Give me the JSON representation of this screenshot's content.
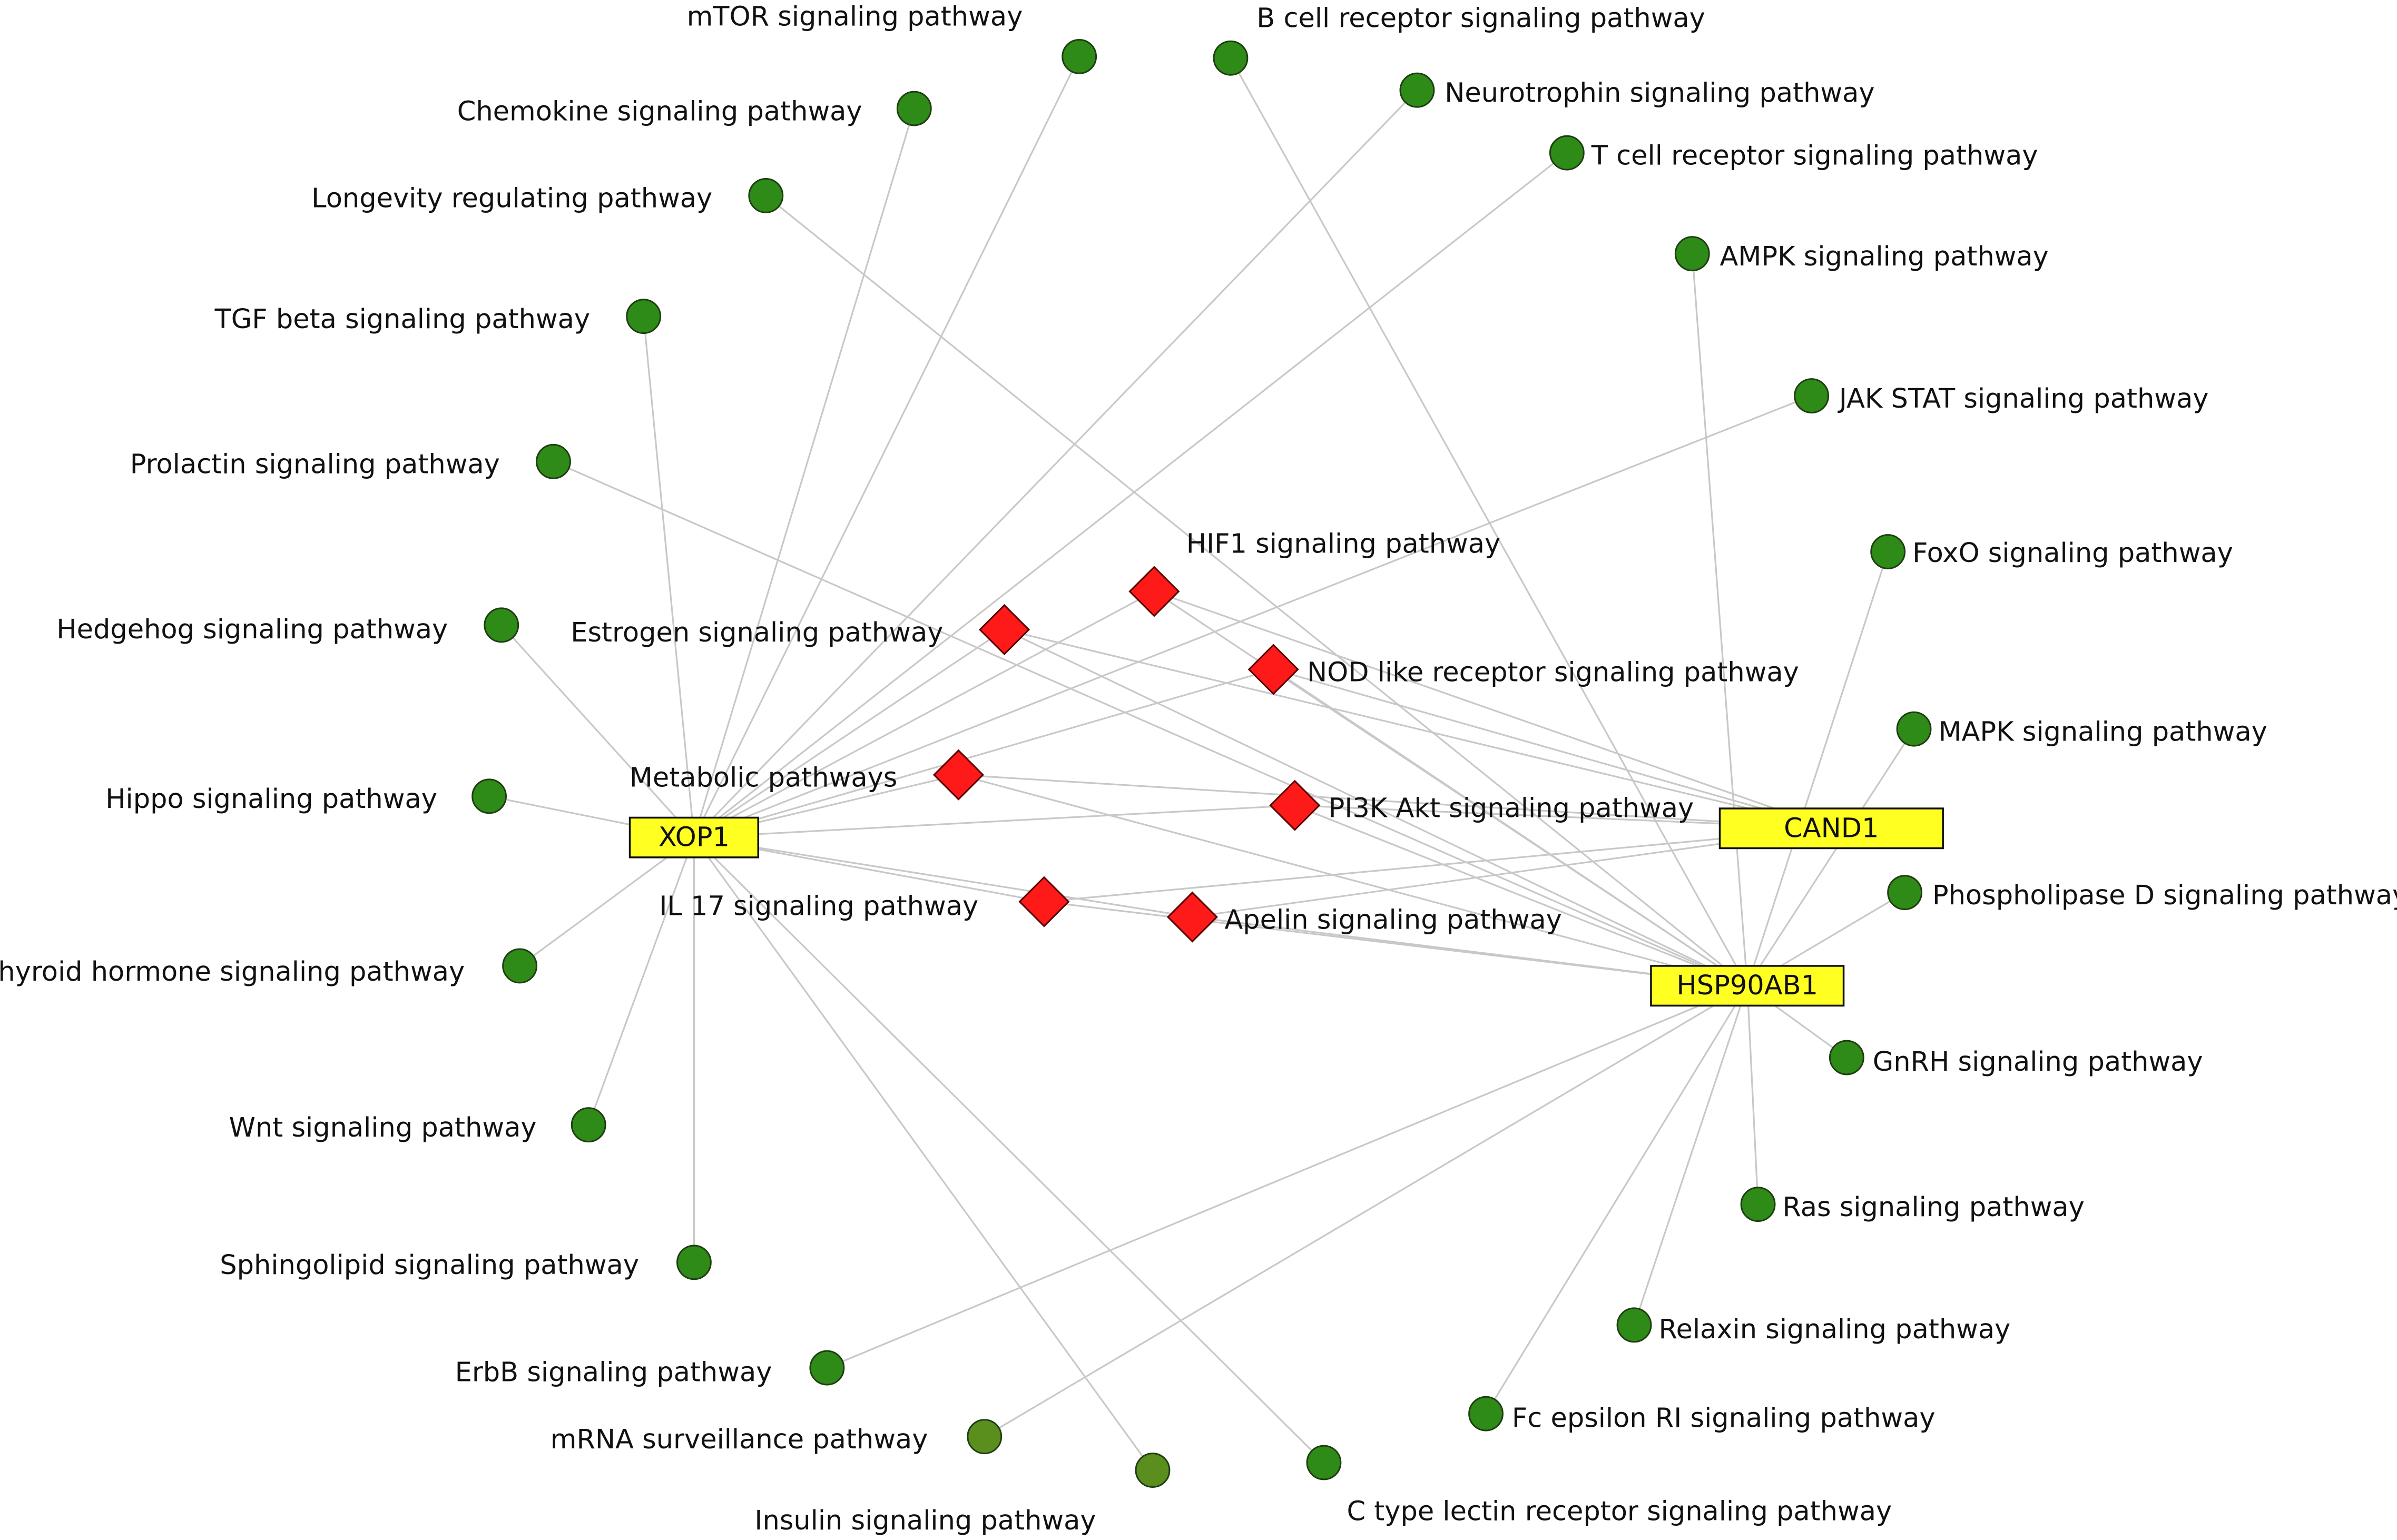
{
  "colors": {
    "background": "#ffffff",
    "edge": "#c8c8c8",
    "pathway_node": "#2e8b17",
    "pathway_node_alt": "#5a8f1e",
    "shared_pathway_node": "#ff1a1a",
    "gene_node": "#ffff22"
  },
  "legend_shapes": {
    "gene": "yellow-rectangle",
    "pathway": "green-circle",
    "shared_pathway": "red-diamond"
  },
  "genes": [
    {
      "id": "XOP1",
      "label": "XOP1"
    },
    {
      "id": "CAND1",
      "label": "CAND1"
    },
    {
      "id": "HSP90AB1",
      "label": "HSP90AB1"
    }
  ],
  "shared_pathways": [
    {
      "id": "HIF1",
      "label": "HIF1 signaling pathway"
    },
    {
      "id": "Estrogen",
      "label": "Estrogen signaling pathway"
    },
    {
      "id": "NOD",
      "label": "NOD like receptor signaling pathway"
    },
    {
      "id": "Metabolic",
      "label": "Metabolic pathways"
    },
    {
      "id": "PI3K",
      "label": "PI3K Akt signaling pathway"
    },
    {
      "id": "IL17",
      "label": "IL 17 signaling pathway"
    },
    {
      "id": "Apelin",
      "label": "Apelin signaling pathway"
    }
  ],
  "pathways": [
    {
      "id": "mTOR",
      "label": "mTOR signaling pathway",
      "gene": "XOP1"
    },
    {
      "id": "BCR",
      "label": "B cell receptor signaling pathway",
      "gene": "HSP90AB1"
    },
    {
      "id": "Chemokine",
      "label": "Chemokine signaling pathway",
      "gene": "XOP1"
    },
    {
      "id": "Neurotrophin",
      "label": "Neurotrophin signaling pathway",
      "gene": "XOP1"
    },
    {
      "id": "TCR",
      "label": "T cell receptor signaling pathway",
      "gene": "XOP1"
    },
    {
      "id": "Longevity",
      "label": "Longevity regulating pathway",
      "gene": "HSP90AB1"
    },
    {
      "id": "AMPK",
      "label": "AMPK signaling pathway",
      "gene": "HSP90AB1"
    },
    {
      "id": "TGFbeta",
      "label": "TGF beta signaling pathway",
      "gene": "XOP1"
    },
    {
      "id": "JAKSTAT",
      "label": "JAK STAT signaling pathway",
      "gene": "XOP1"
    },
    {
      "id": "Prolactin",
      "label": "Prolactin signaling pathway",
      "gene": "HSP90AB1"
    },
    {
      "id": "FoxO",
      "label": "FoxO signaling pathway",
      "gene": "HSP90AB1"
    },
    {
      "id": "Hedgehog",
      "label": "Hedgehog signaling pathway",
      "gene": "XOP1"
    },
    {
      "id": "MAPK",
      "label": "MAPK signaling pathway",
      "gene": "HSP90AB1"
    },
    {
      "id": "Hippo",
      "label": "Hippo signaling pathway",
      "gene": "XOP1"
    },
    {
      "id": "PLD",
      "label": "Phospholipase D signaling pathway",
      "gene": "HSP90AB1"
    },
    {
      "id": "Thyroid",
      "label": "Thyroid hormone signaling pathway",
      "gene": "XOP1"
    },
    {
      "id": "GnRH",
      "label": "GnRH signaling pathway",
      "gene": "HSP90AB1"
    },
    {
      "id": "Wnt",
      "label": "Wnt signaling pathway",
      "gene": "XOP1"
    },
    {
      "id": "Ras",
      "label": "Ras signaling pathway",
      "gene": "HSP90AB1"
    },
    {
      "id": "Sphingolipid",
      "label": "Sphingolipid signaling pathway",
      "gene": "XOP1"
    },
    {
      "id": "Relaxin",
      "label": "Relaxin signaling pathway",
      "gene": "HSP90AB1"
    },
    {
      "id": "ErbB",
      "label": "ErbB signaling pathway",
      "gene": "HSP90AB1"
    },
    {
      "id": "FcERI",
      "label": "Fc epsilon RI signaling pathway",
      "gene": "HSP90AB1"
    },
    {
      "id": "mRNA",
      "label": "mRNA surveillance pathway",
      "gene": "HSP90AB1"
    },
    {
      "id": "Insulin",
      "label": "Insulin signaling pathway",
      "gene": "XOP1"
    },
    {
      "id": "CTLR",
      "label": "C type lectin receptor signaling pathway",
      "gene": "XOP1"
    }
  ]
}
